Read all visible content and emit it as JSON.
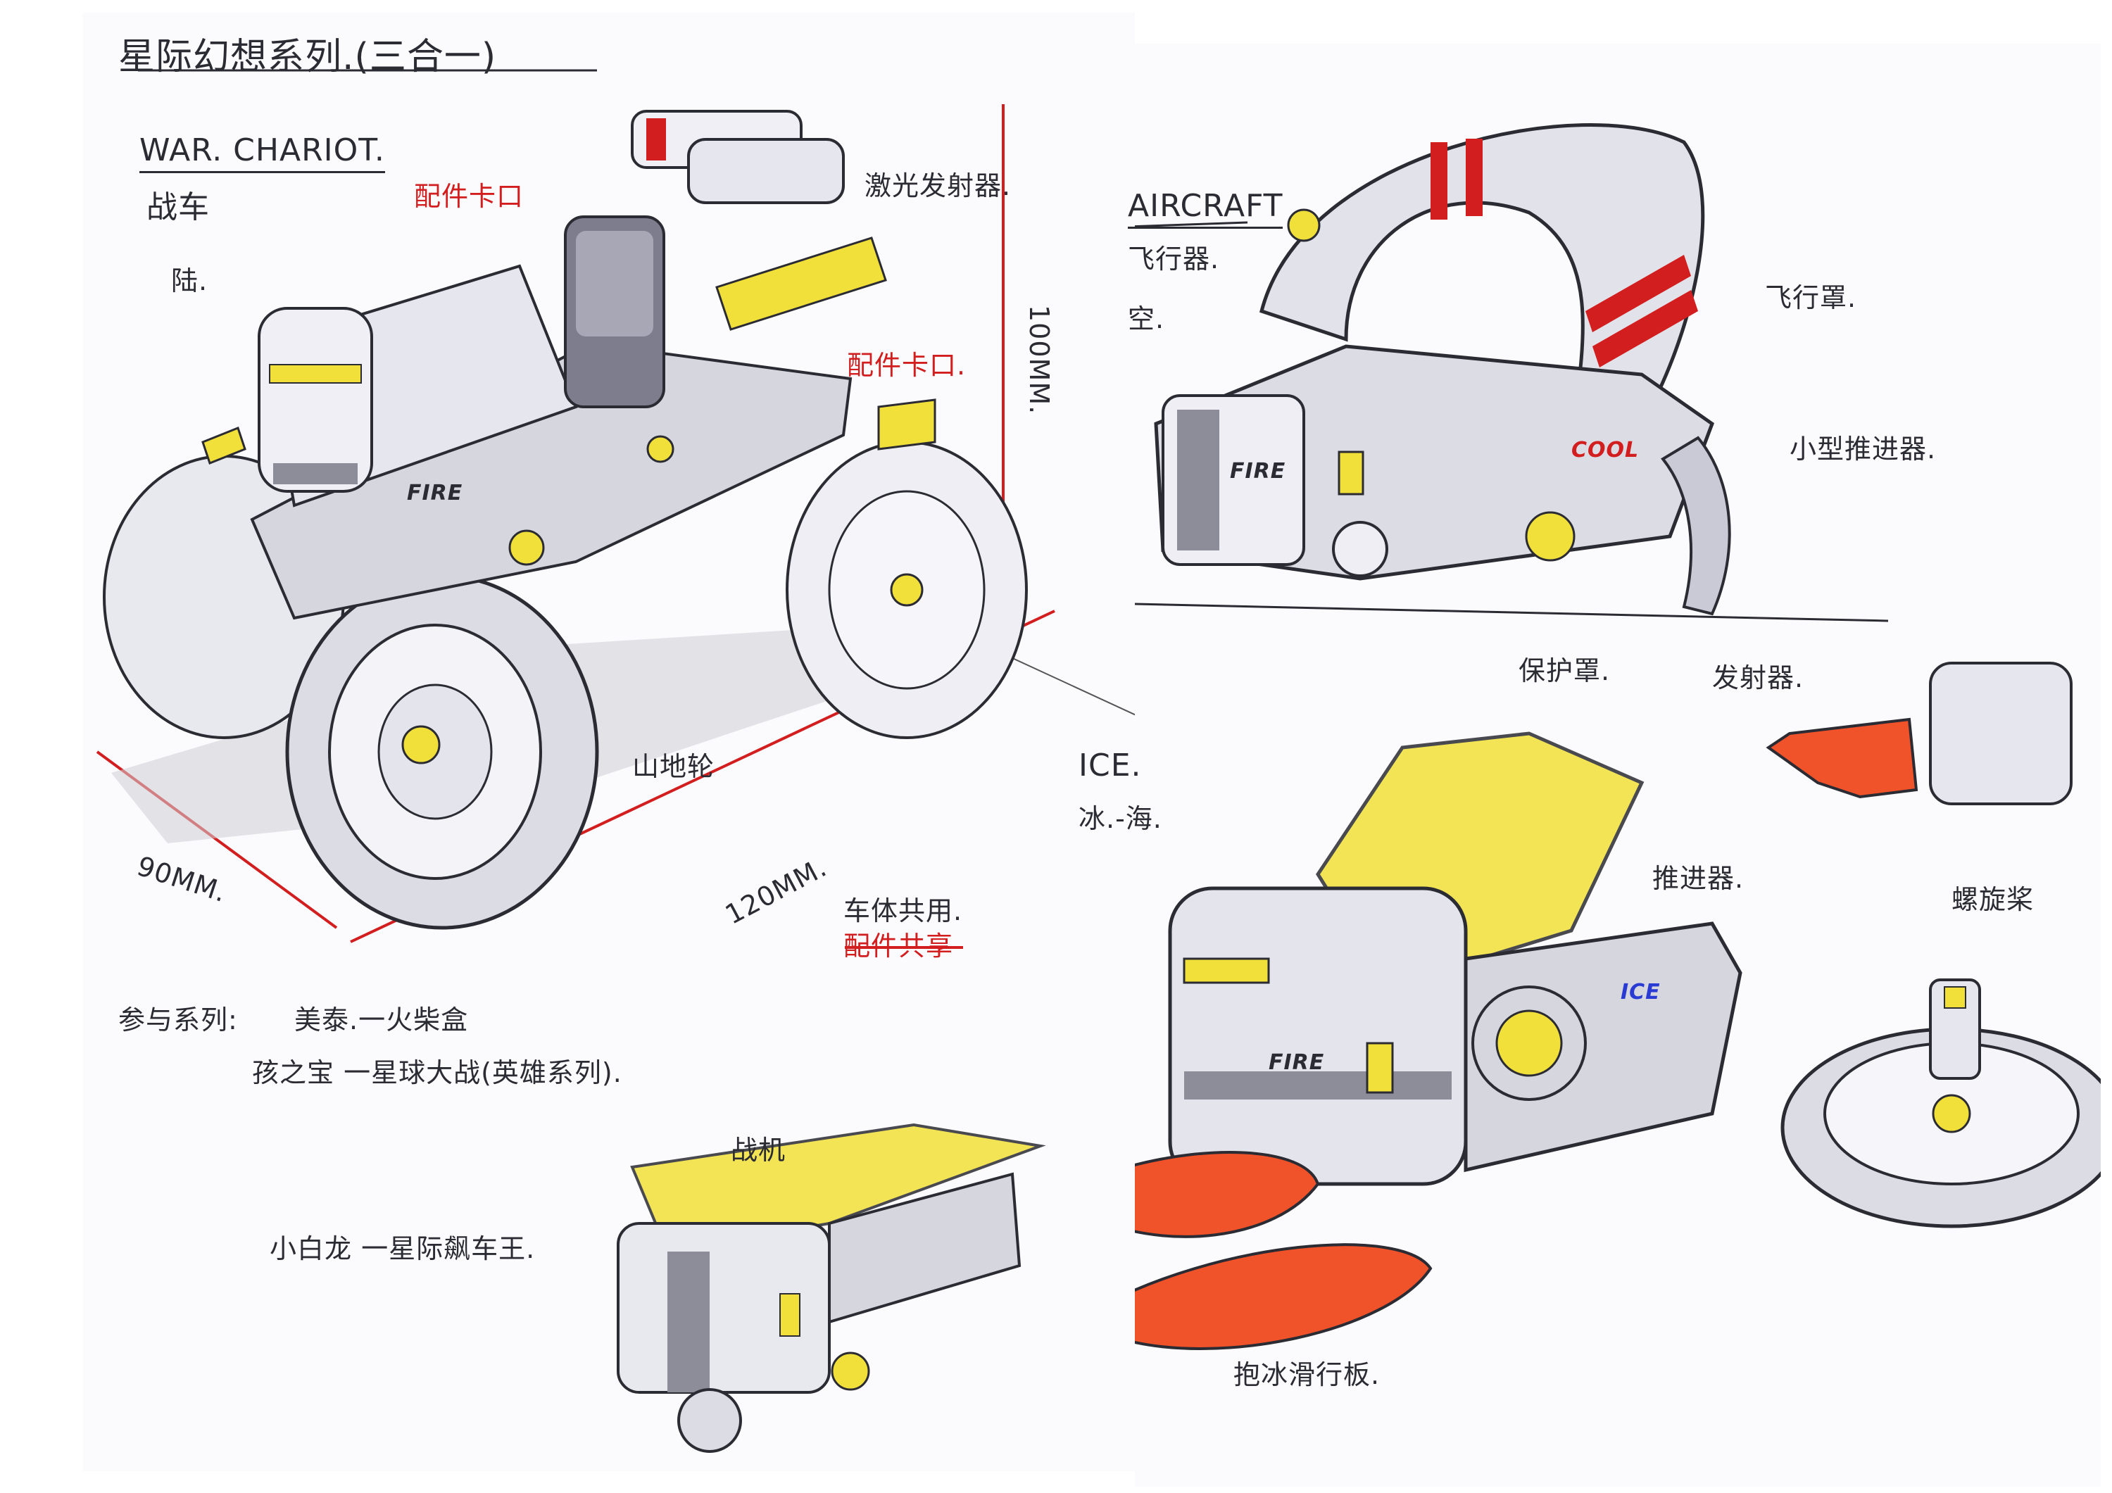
{
  "title": "星际幻想系列.(三合一)",
  "war_chariot": {
    "heading": "WAR. CHARIOT.",
    "cn": "战车",
    "realm": "陆.",
    "parts_clip_1": "配件卡口",
    "parts_clip_2": "配件卡口.",
    "laser_launcher": "激光发射器.",
    "mountain_wheel": "山地轮",
    "dim_height": "100MM.",
    "dim_width": "90MM.",
    "dim_length": "120MM.",
    "body_shared": "车体共用.",
    "parts_shared": "配件共享",
    "stamp_fire": "FIRE"
  },
  "participants": {
    "label": "参与系列:",
    "line1": "美泰.一火柴盒",
    "line2": "孩之宝 一星球大战(英雄系列).",
    "line3": "小白龙 一星际飙车王."
  },
  "fighter": {
    "label": "战机"
  },
  "aircraft": {
    "heading": "AIRCRAFT",
    "cn": "飞行器.",
    "realm": "空.",
    "canopy": "飞行罩.",
    "thruster": "小型推进器.",
    "stamp_fire": "FIRE",
    "stamp_cool": "COOL"
  },
  "ice": {
    "heading": "ICE.",
    "cn": "冰.-海.",
    "canopy": "保护罩.",
    "shooter": "发射器.",
    "propeller_thruster": "推进器.",
    "propeller": "螺旋桨",
    "ice_board": "抱冰滑行板.",
    "stamp_ice": "ICE",
    "stamp_fire": "FIRE"
  },
  "colors": {
    "paper": "#fbfbfd",
    "ink": "#2b2b33",
    "red_ink": "#d21e1e",
    "marker_yellow": "#f2e03a",
    "marker_orange": "#f0522a",
    "marker_grey": "#9a9aa8",
    "marker_cool_grey": "#c9cad6",
    "blue_ink": "#2a3bd4"
  }
}
